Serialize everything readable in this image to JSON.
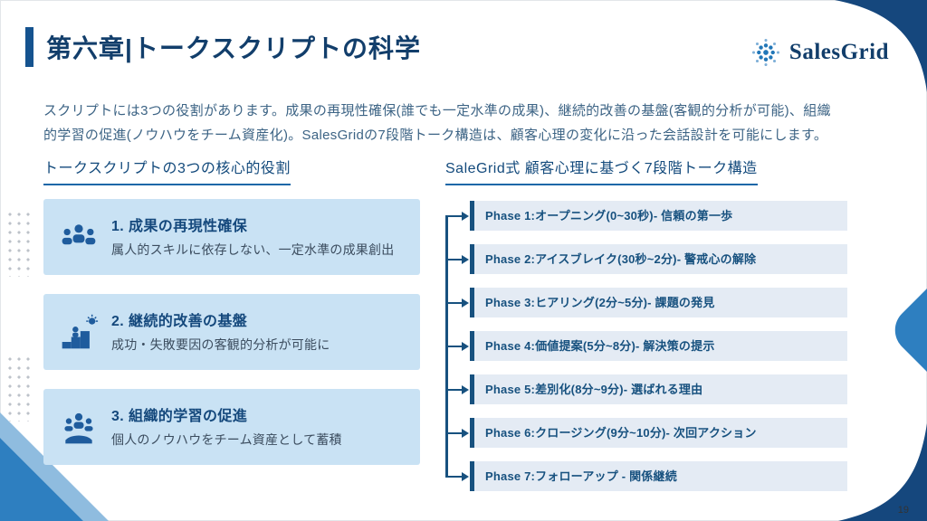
{
  "header": {
    "title": "第六章|トークスクリプトの科学",
    "logo_text": "SalesGrid"
  },
  "intro": {
    "text": "スクリプトには3つの役割があります。成果の再現性確保(誰でも一定水準の成果)、継続的改善の基盤(客観的分析が可能)、組織的学習の促進(ノウハウをチーム資産化)。SalesGridの7段階トーク構造は、顧客心理の変化に沿った会話設計を可能にします。"
  },
  "left_section": {
    "heading": "トークスクリプトの3つの核心的役割",
    "cards": [
      {
        "icon": "team-icon",
        "title": "1. 成果の再現性確保",
        "desc": "属人的スキルに依存しない、一定水準の成果創出"
      },
      {
        "icon": "growth-steps-icon",
        "title": "2. 継続的改善の基盤",
        "desc": "成功・失敗要因の客観的分析が可能に"
      },
      {
        "icon": "shared-asset-icon",
        "title": "3. 組織的学習の促進",
        "desc": "個人のノウハウをチーム資産として蓄積"
      }
    ]
  },
  "right_section": {
    "heading": "SaleGrid式 顧客心理に基づく7段階トーク構造",
    "phases": [
      "Phase 1:オープニング(0~30秒)- 信頼の第一歩",
      "Phase 2:アイスブレイク(30秒~2分)- 警戒心の解除",
      "Phase 3:ヒアリング(2分~5分)- 課題の発見",
      "Phase 4:価値提案(5分~8分)- 解決策の提示",
      "Phase 5:差別化(8分~9分)- 選ばれる理由",
      "Phase 6:クロージング(9分~10分)- 次回アクション",
      "Phase 7:フォローアップ - 関係継続"
    ]
  },
  "page": {
    "number": "19"
  },
  "colors": {
    "navy": "#15477d",
    "accent_blue": "#1a67a8",
    "mid_blue": "#2e7fc0",
    "light_blue": "#8fbcdf",
    "card_bg": "#c9e2f4",
    "phase_bar_bg": "#e4ebf4"
  }
}
